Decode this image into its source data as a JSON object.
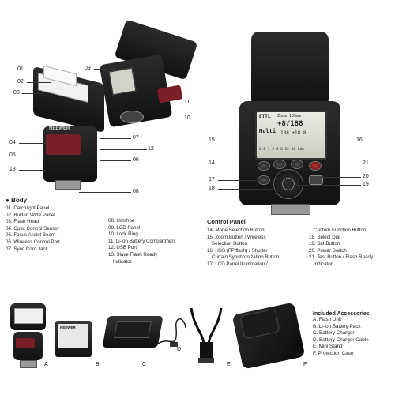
{
  "left_callouts": [
    "01",
    "02",
    "03",
    "04",
    "05",
    "13"
  ],
  "right_callouts": [
    "09",
    "11",
    "10",
    "07",
    "12",
    "06",
    "08"
  ],
  "cp_callouts": {
    "n15": "15",
    "n16": "16",
    "n14": "14",
    "n21": "21",
    "n17": "17",
    "n20": "20",
    "n18": "18",
    "n19": "19"
  },
  "lcd": {
    "mode": "ETTL",
    "zoom": "Zoom 105mm",
    "ratio": "+8/188",
    "multi": "Multi",
    "mid": "188 +18.8",
    "bottom": "0.5 1 2 4 8 15 30 60m"
  },
  "neewer_label": "NEEWER",
  "body": {
    "title": "Body",
    "col1": [
      "01. Catchlight Panel",
      "02. Built-in Wide Panel",
      "03. Flash Head",
      "04. Optic Control Sensor",
      "05. Focus Assist Beam",
      "06. Wireless Control Port",
      "07. Sync Cord Jack"
    ],
    "col2": [
      "08. Hotshoe",
      "09. LCD Panel",
      "10. Lock Ring",
      "11. Li-ion Battery Compartment",
      "12. USB Port",
      "13. Slave Flash Ready",
      "Indicator"
    ]
  },
  "control": {
    "title": "Control Panel",
    "col1": [
      "14. Mode Selection   Button",
      "15. Zoom Button /   Wireless",
      "Selection Button",
      "16. HSS (FP flash) /  Shutter",
      "Curtain Synchronization Button",
      "17. LCD Panel Illumination /"
    ],
    "col2": [
      "Custom Function Button",
      "18. Select Dial",
      "19. Set Button",
      "20. Power Switch",
      "21. Test Button / Flash Ready",
      "Indicator"
    ]
  },
  "accessories": {
    "title": "Included Accessories",
    "items": [
      "A. Flash Unit",
      "B. Li-ion Battery Pack",
      "C. Battery Charger",
      "D. Battery Charger Cable",
      "E. Mini Stand",
      "F. Protection Case"
    ],
    "letters": [
      "A",
      "B",
      "C",
      "D",
      "E",
      "F"
    ]
  },
  "battery_label": "NEEWER"
}
